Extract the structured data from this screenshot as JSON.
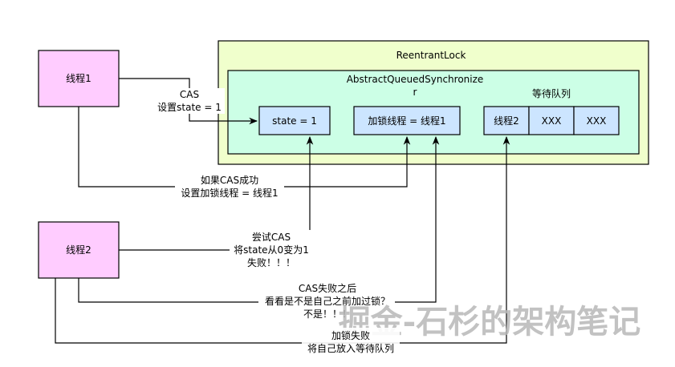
{
  "outer": {
    "title": "ReentrantLock"
  },
  "aqs": {
    "title_line1": "AbstractQueuedSynchronize",
    "title_line2": "r"
  },
  "queue": {
    "label": "等待队列",
    "cells": [
      "线程2",
      "XXX",
      "XXX"
    ]
  },
  "state_box": "state = 1",
  "lock_owner_box": "加锁线程 = 线程1",
  "thread1": "线程1",
  "thread2": "线程2",
  "edges": {
    "t1_cas": [
      "CAS",
      "设置state = 1"
    ],
    "t1_success": [
      "如果CAS成功",
      "设置加锁线程 = 线程1"
    ],
    "t2_try": [
      "尝试CAS",
      "将state从0变为1",
      "失败！！！"
    ],
    "t2_check": [
      "CAS失败之后",
      "看看是不是自己之前加过锁？",
      "不是！！！"
    ],
    "t2_enqueue": [
      "加锁失败",
      "将自己放入等待队列"
    ]
  },
  "watermark": "掘金-石杉的架构笔记",
  "colors": {
    "thread_fill": "#ffccff",
    "outer_fill": "#f0ffcc",
    "aqs_fill": "#ccffe6",
    "box_fill": "#cce5ff",
    "stroke": "#000000"
  }
}
